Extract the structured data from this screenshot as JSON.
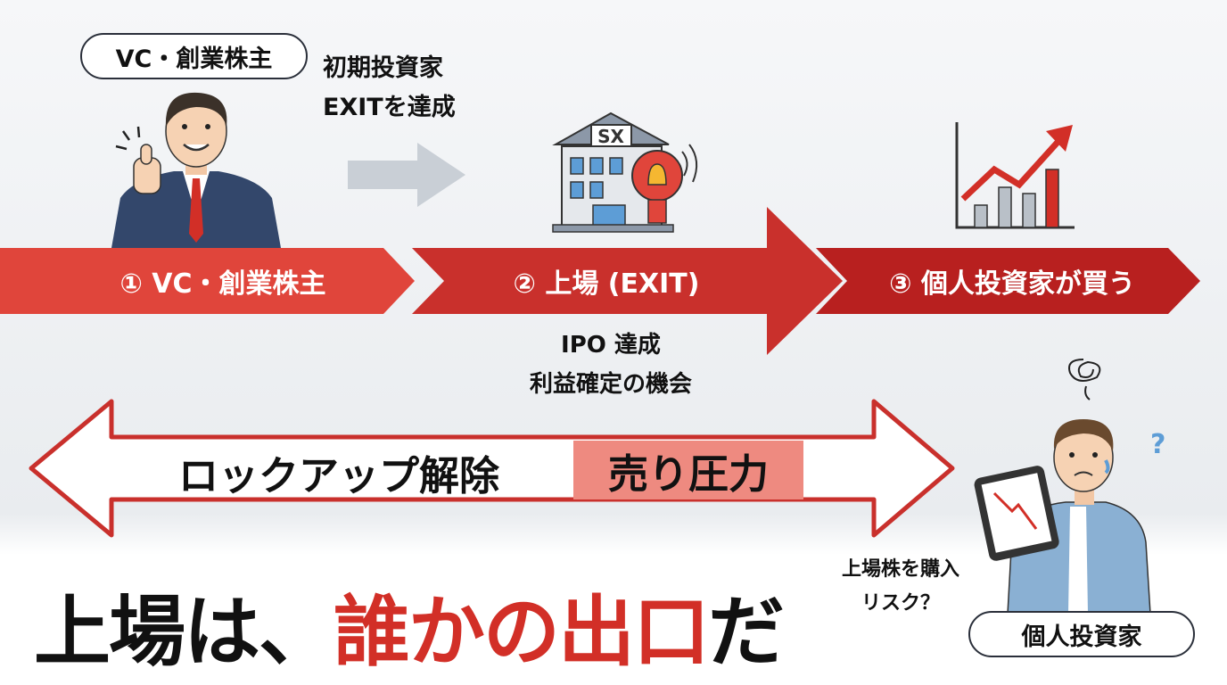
{
  "top_label": "VC・創業株主",
  "initial_note": {
    "line1": "初期投資家",
    "line2": "EXITを達成"
  },
  "building_sign": "SX",
  "flow_steps": [
    {
      "label": "① VC・創業株主",
      "color": "#e0453b"
    },
    {
      "label": "② 上場 (EXIT)",
      "color": "#c9302c"
    },
    {
      "label": "③ 個人投資家が買う",
      "color": "#b8201f"
    }
  ],
  "ipo_note": {
    "line1": "IPO 達成",
    "line2": "利益確定の機会"
  },
  "lockup": {
    "label": "ロックアップ解除",
    "highlight": "売り圧力"
  },
  "headline": {
    "part1": "上場は、",
    "part2": "誰かの出口",
    "part3": "だ"
  },
  "retail_note": {
    "line1": "上場株を購入",
    "line2": "リスク？"
  },
  "retail_label": "個人投資家",
  "question_mark": "?"
}
